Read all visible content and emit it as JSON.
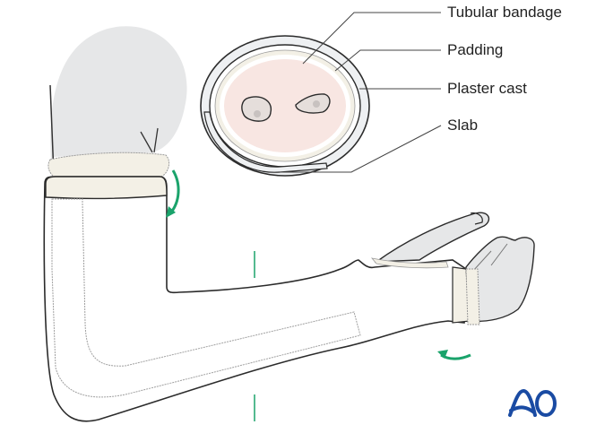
{
  "diagram": {
    "subject": "Long arm cast with slab, cross-section inset",
    "labels": [
      {
        "id": "tubular-bandage",
        "text": "Tubular bandage"
      },
      {
        "id": "padding",
        "text": "Padding"
      },
      {
        "id": "plaster-cast",
        "text": "Plaster cast"
      },
      {
        "id": "slab",
        "text": "Slab"
      }
    ],
    "logo": {
      "text": "AO",
      "color": "#1a4ba3"
    },
    "colors": {
      "arrow": "#1aa36b",
      "skin": "#f8e6e2",
      "bone": "#e5dedb",
      "limb": "#e6e7e8",
      "padding": "#f3f0e6",
      "cast": "#ffffff",
      "slab": "#eef0f2",
      "outline": "#2b2b2b"
    }
  }
}
